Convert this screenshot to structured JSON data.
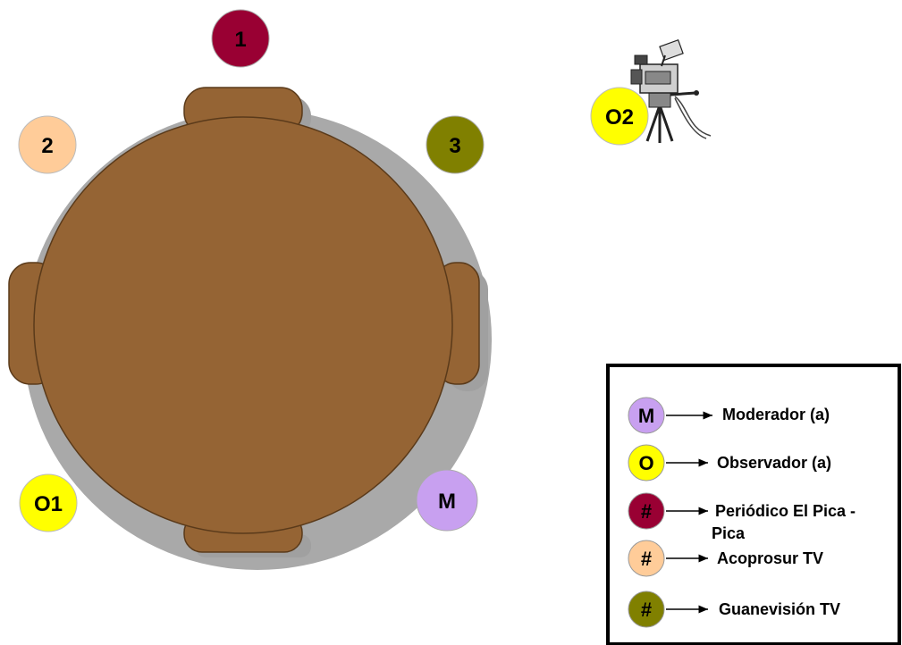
{
  "colors": {
    "table": "#956434",
    "table_outline": "#5a3a1a",
    "shadow": "#9a9a9a",
    "moderator": "#c8a0f0",
    "observer": "#ffff00",
    "periodico": "#990033",
    "acoprosur": "#ffcc99",
    "guanevision": "#808000"
  },
  "seats": {
    "seat_1": "1",
    "seat_2": "2",
    "seat_3": "3",
    "observer_1": "O1",
    "moderator": "M",
    "observer_2": "O2"
  },
  "legend": {
    "items": [
      {
        "symbol": "M",
        "label": "Moderador (a)",
        "color_key": "moderator"
      },
      {
        "symbol": "O",
        "label": "Observador (a)",
        "color_key": "observer"
      },
      {
        "symbol": "#",
        "label_line1": "Periódico El Pica -",
        "label_line2": "Pica",
        "color_key": "periodico"
      },
      {
        "symbol": "#",
        "label": "Acoprosur TV",
        "color_key": "acoprosur"
      },
      {
        "symbol": "#",
        "label": "Guanevisión TV",
        "color_key": "guanevision"
      }
    ]
  },
  "icons": {
    "camera": "video-camera-icon"
  }
}
